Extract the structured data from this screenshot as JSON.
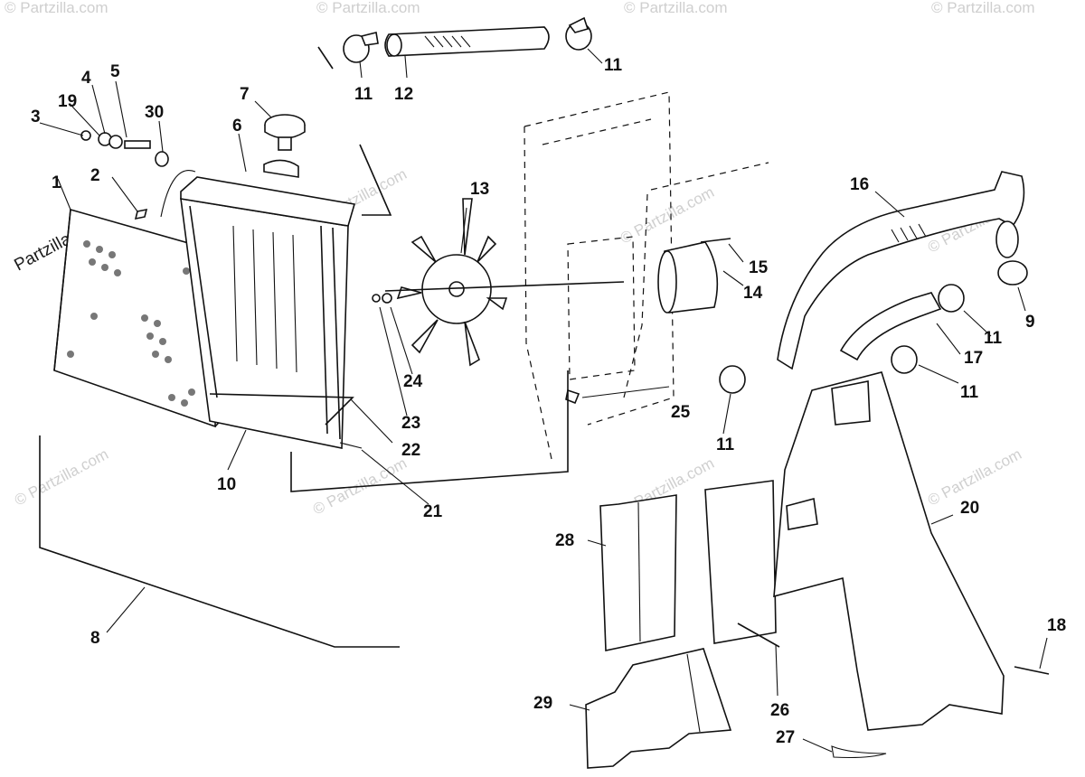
{
  "watermarks": {
    "brand": "© Partzilla.com",
    "brand_short": "Partzilla.com"
  },
  "callouts": [
    {
      "id": "c1",
      "label": "1"
    },
    {
      "id": "c2",
      "label": "2"
    },
    {
      "id": "c3",
      "label": "3"
    },
    {
      "id": "c4",
      "label": "4"
    },
    {
      "id": "c5",
      "label": "5"
    },
    {
      "id": "c6",
      "label": "6"
    },
    {
      "id": "c7",
      "label": "7"
    },
    {
      "id": "c8",
      "label": "8"
    },
    {
      "id": "c9",
      "label": "9"
    },
    {
      "id": "c10",
      "label": "10"
    },
    {
      "id": "c11a",
      "label": "11"
    },
    {
      "id": "c11b",
      "label": "11"
    },
    {
      "id": "c11c",
      "label": "11"
    },
    {
      "id": "c11d",
      "label": "11"
    },
    {
      "id": "c11e",
      "label": "11"
    },
    {
      "id": "c12",
      "label": "12"
    },
    {
      "id": "c13",
      "label": "13"
    },
    {
      "id": "c14",
      "label": "14"
    },
    {
      "id": "c15",
      "label": "15"
    },
    {
      "id": "c16",
      "label": "16"
    },
    {
      "id": "c17",
      "label": "17"
    },
    {
      "id": "c18",
      "label": "18"
    },
    {
      "id": "c19",
      "label": "19"
    },
    {
      "id": "c20",
      "label": "20"
    },
    {
      "id": "c21",
      "label": "21"
    },
    {
      "id": "c22",
      "label": "22"
    },
    {
      "id": "c23",
      "label": "23"
    },
    {
      "id": "c24",
      "label": "24"
    },
    {
      "id": "c25",
      "label": "25"
    },
    {
      "id": "c26",
      "label": "26"
    },
    {
      "id": "c27",
      "label": "27"
    },
    {
      "id": "c28",
      "label": "28"
    },
    {
      "id": "c29",
      "label": "29"
    },
    {
      "id": "c30",
      "label": "30"
    }
  ]
}
